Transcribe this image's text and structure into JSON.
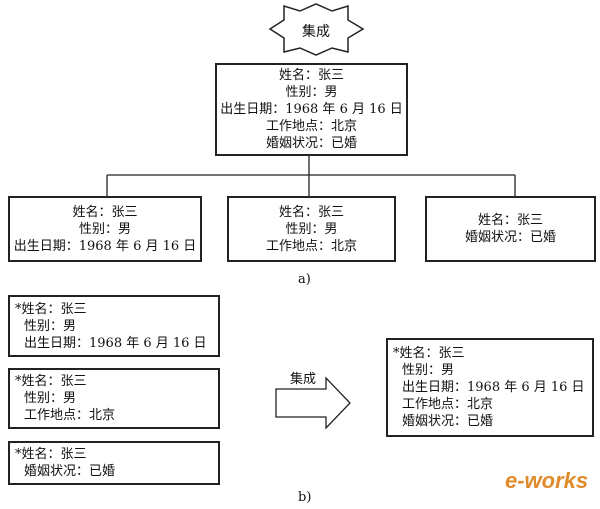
{
  "diagram_a": {
    "caption": "a)",
    "star_label": "集成",
    "top_box": [
      "姓名：张三",
      "性别：男",
      "出生日期：1968 年 6 月 16 日",
      "工作地点：北京",
      "婚姻状况：已婚"
    ],
    "children": [
      [
        "姓名：张三",
        "性别：男",
        "出生日期：1968 年 6 月 16 日"
      ],
      [
        "姓名：张三",
        "性别：男",
        "工作地点：北京"
      ],
      [
        "姓名：张三",
        "婚姻状况：已婚"
      ]
    ]
  },
  "diagram_b": {
    "caption": "b)",
    "arrow_label": "集成",
    "marker": "*",
    "sources": [
      [
        "姓名：张三",
        "性别：男",
        "出生日期：1968 年 6 月 16 日"
      ],
      [
        "姓名：张三",
        "性别：男",
        "工作地点：北京"
      ],
      [
        "姓名：张三",
        "婚姻状况：已婚"
      ]
    ],
    "result": [
      "姓名：张三",
      "性别：男",
      "出生日期：1968 年 6 月 16 日",
      "工作地点：北京",
      "婚姻状况：已婚"
    ]
  },
  "watermark": "e-works"
}
